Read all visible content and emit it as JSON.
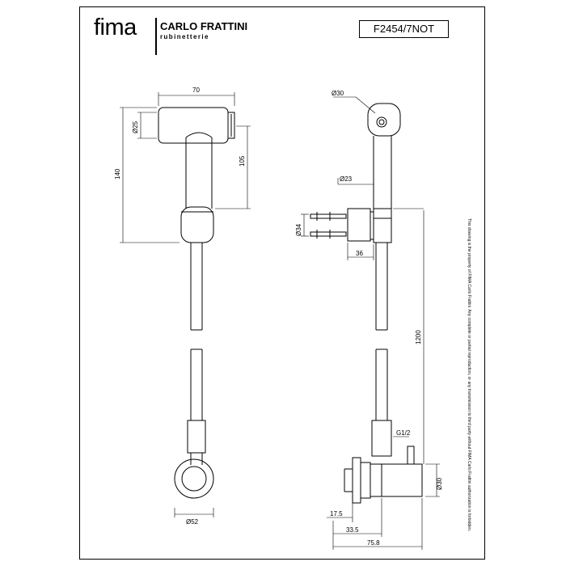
{
  "brand": {
    "name": "fima",
    "partner": "CARLO FRATTINI",
    "tagline": "rubinetterie"
  },
  "product_code": "F2454/7NOT",
  "dimensions": {
    "width_70": "70",
    "dia_25": "Ø25",
    "h_140": "140",
    "h_105": "105",
    "dia_52": "Ø52",
    "dia_30_top": "Ø30",
    "dia_23": "Ø23",
    "dia_34": "Ø34",
    "depth_36": "36",
    "len_1200": "1200",
    "thread": "G1/2",
    "dia_30_valve": "Ø30",
    "d_17_5": "17.5",
    "d_33_5": "33.5",
    "d_75_8": "75.8"
  },
  "notice": "This drawing is the property of FIMA Carlo Frattini. Any complete or partial reproduction, or any transmission to third party without FIMA Carlo Frattini authorization is forbidden."
}
